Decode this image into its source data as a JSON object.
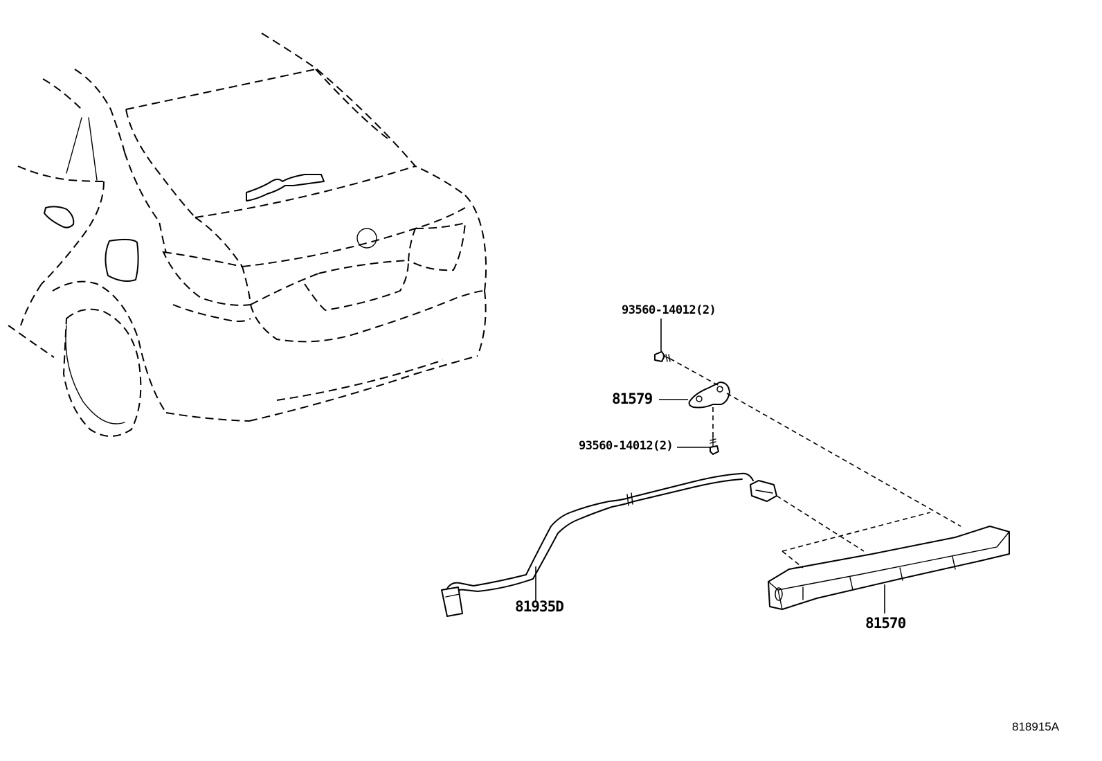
{
  "callouts": {
    "screw_upper": "93560-14012(2)",
    "bracket": "81579",
    "screw_lower": "93560-14012(2)",
    "wire_harness": "81935D",
    "stop_lamp": "81570"
  },
  "figure_id": "818915A"
}
